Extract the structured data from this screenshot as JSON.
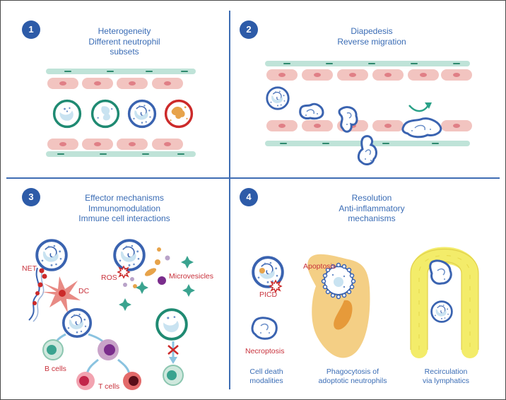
{
  "panels": [
    {
      "number": "1",
      "title_lines": [
        "Heterogeneity",
        "Different neutrophil",
        "subsets"
      ]
    },
    {
      "number": "2",
      "title_lines": [
        "Diapedesis",
        "Reverse migration"
      ]
    },
    {
      "number": "3",
      "title_lines": [
        "Effector mechanisms",
        "Immunomodulation",
        "Immune cell interactions"
      ]
    },
    {
      "number": "4",
      "title_lines": [
        "Resolution",
        "Anti-inflammatory",
        "mechanisms"
      ]
    }
  ],
  "labels": {
    "net": "NET",
    "dc": "DC",
    "ros": "ROS",
    "microvesicles": "Microvesicles",
    "b_cells": "B cells",
    "t_cells": "T cells",
    "picd": "PICD",
    "necroptosis": "Necroptosis",
    "apoptosis": "Apoptosis"
  },
  "captions": {
    "cell_death": [
      "Cell death",
      "modalities"
    ],
    "phagocytosis": [
      "Phagocytosis of",
      "adoptotic neutrophils"
    ],
    "recirculation": [
      "Recirculation",
      "via lymphatics"
    ]
  },
  "colors": {
    "divider": "#3f6db3",
    "badge": "#2d5ba8",
    "title_text": "#3a6cb5",
    "label_text": "#c8323c",
    "neutrophil_blue": "#3a63b0",
    "neutrophil_green": "#1f8a72",
    "neutrophil_red": "#cc2a2a",
    "endothelium_pink": "#f2c4c0",
    "vessel_wall_green": "#bfe3d8",
    "macrophage": "#f4cf85",
    "lymphatic": "#f3ec6a"
  },
  "icons": [
    "neutrophil-cell-icon",
    "endothelial-cell-icon",
    "dendritic-cell-icon",
    "b-cell-icon",
    "t-cell-icon",
    "macrophage-icon",
    "microvesicle-icon",
    "ros-burst-icon",
    "dna-strand-icon",
    "lymphatic-vessel-icon"
  ]
}
